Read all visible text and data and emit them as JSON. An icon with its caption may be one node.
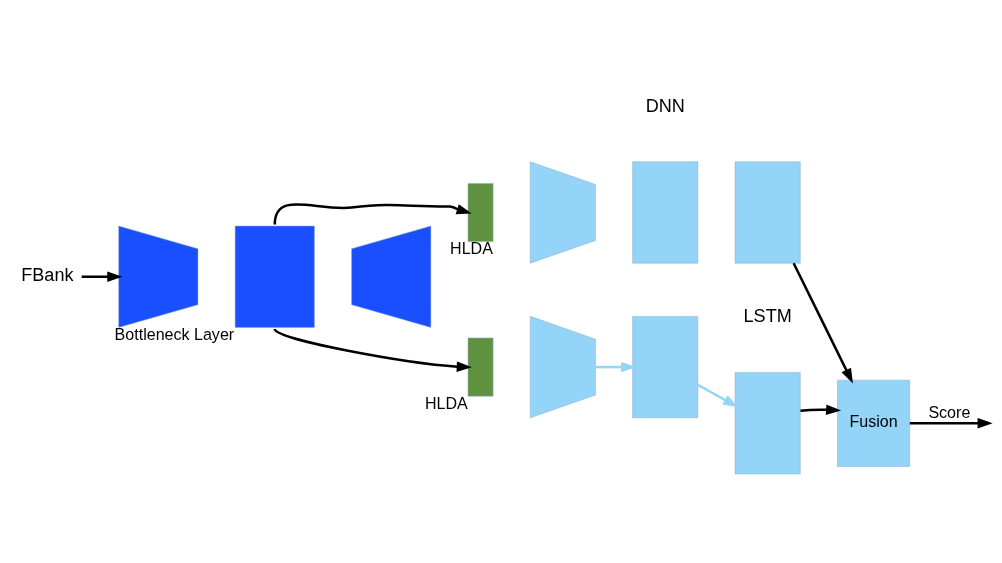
{
  "diagram": {
    "nodes": [
      {
        "text": [
          "FBank"
        ]
      },
      {
        "text": [],
        "shape": "trapezoid"
      },
      {
        "text": [],
        "shape": "box",
        "beside": [
          "Bottleneck Layer"
        ]
      },
      {
        "text": [],
        "shape": "trapezoid"
      },
      {
        "text": [],
        "shape": "box",
        "beside": [
          "HLDA"
        ]
      },
      {
        "text": [],
        "shape": "trapezoid"
      },
      {
        "text": [],
        "shape": "box"
      },
      {
        "text": [],
        "shape": "box"
      },
      {
        "text": [],
        "shape": "box",
        "beside": [
          "HLDA"
        ]
      },
      {
        "text": [],
        "shape": "trapezoid"
      },
      {
        "text": [],
        "shape": "box"
      },
      {
        "text": [],
        "shape": "box"
      },
      {
        "text": [
          "Fusion"
        ]
      }
    ],
    "edges": [
      {
        "from": 0,
        "to": 1,
        "arrow": "to"
      },
      {
        "from": 2,
        "to": 4,
        "arrow": "to"
      },
      {
        "from": 2,
        "to": 8,
        "arrow": "to"
      },
      {
        "from": 9,
        "to": 10,
        "arrow": "to",
        "color": "#93d4f8"
      },
      {
        "from": 10,
        "to": 11,
        "arrow": "to",
        "color": "#93d4f8"
      },
      {
        "from": 7,
        "to": 12,
        "arrow": "to"
      },
      {
        "from": 11,
        "to": 12,
        "arrow": "to"
      },
      {
        "from": 12,
        "to": null,
        "arrow": "to",
        "label": "Score"
      }
    ],
    "labels": [
      "DNN",
      "LSTM"
    ]
  }
}
